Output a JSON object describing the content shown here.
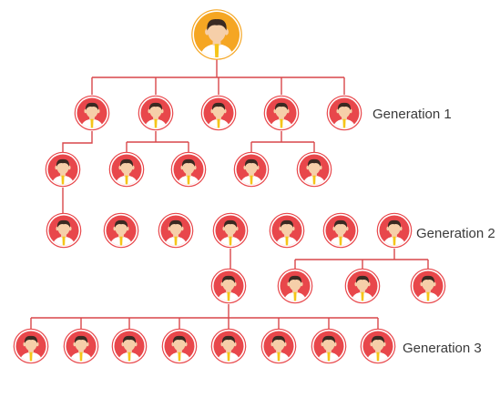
{
  "colors": {
    "line": "#d9474a",
    "node_fill": "#e8474b",
    "node_ring": "#e8474b",
    "root_fill": "#f5a623",
    "root_ring": "#f5a623",
    "skin": "#f6cfa9",
    "hair": "#3a2a22",
    "shirt": "#ffffff",
    "tie": "#f5c518"
  },
  "icon": "person-avatar-icon",
  "labels": {
    "generation_1": "Generation 1",
    "generation_2": "Generation 2",
    "generation_3": "Generation 3"
  },
  "tree": {
    "root_count": 1,
    "rows": [
      5,
      5,
      7,
      4,
      8
    ]
  }
}
